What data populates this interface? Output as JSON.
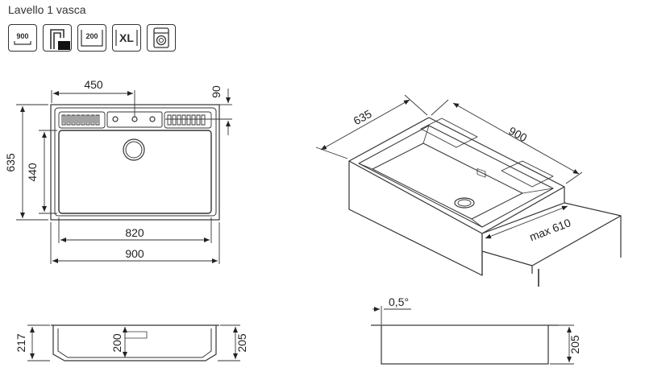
{
  "title": "Lavello 1 vasca",
  "badges": [
    {
      "name": "cabinet-width-badge",
      "label": "900"
    },
    {
      "name": "undermount-install-badge",
      "label": ""
    },
    {
      "name": "depth-200-badge",
      "label": "200"
    },
    {
      "name": "xl-size-badge",
      "label": "XL"
    },
    {
      "name": "dishwasher-badge",
      "label": ""
    }
  ],
  "dims": {
    "top_450": "450",
    "top_90": "90",
    "top_635": "635",
    "top_440": "440",
    "top_820": "820",
    "top_900": "900",
    "iso_635": "635",
    "iso_900": "900",
    "iso_max610": "max 610",
    "sec_217": "217",
    "sec_200": "200",
    "sec_205": "205",
    "side_05": "0,5°",
    "side_205": "205"
  }
}
